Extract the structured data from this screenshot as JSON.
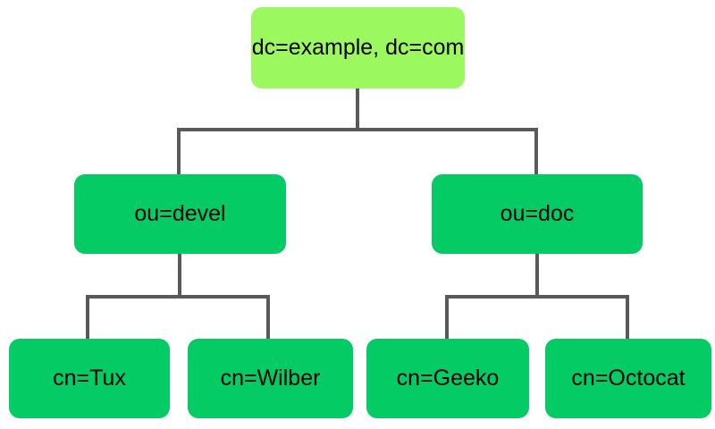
{
  "tree": {
    "root": {
      "label": "dc=example, dc=com",
      "children": [
        {
          "label": "ou=devel",
          "children": [
            {
              "label": "cn=Tux"
            },
            {
              "label": "cn=Wilber"
            }
          ]
        },
        {
          "label": "ou=doc",
          "children": [
            {
              "label": "cn=Geeko"
            },
            {
              "label": "cn=Octocat"
            }
          ]
        }
      ]
    }
  },
  "colors": {
    "root_fill": "#9BF85F",
    "node_fill": "#04CB64",
    "connector": "#595959",
    "label_text": "#000000",
    "background": "#FFFFFF"
  }
}
